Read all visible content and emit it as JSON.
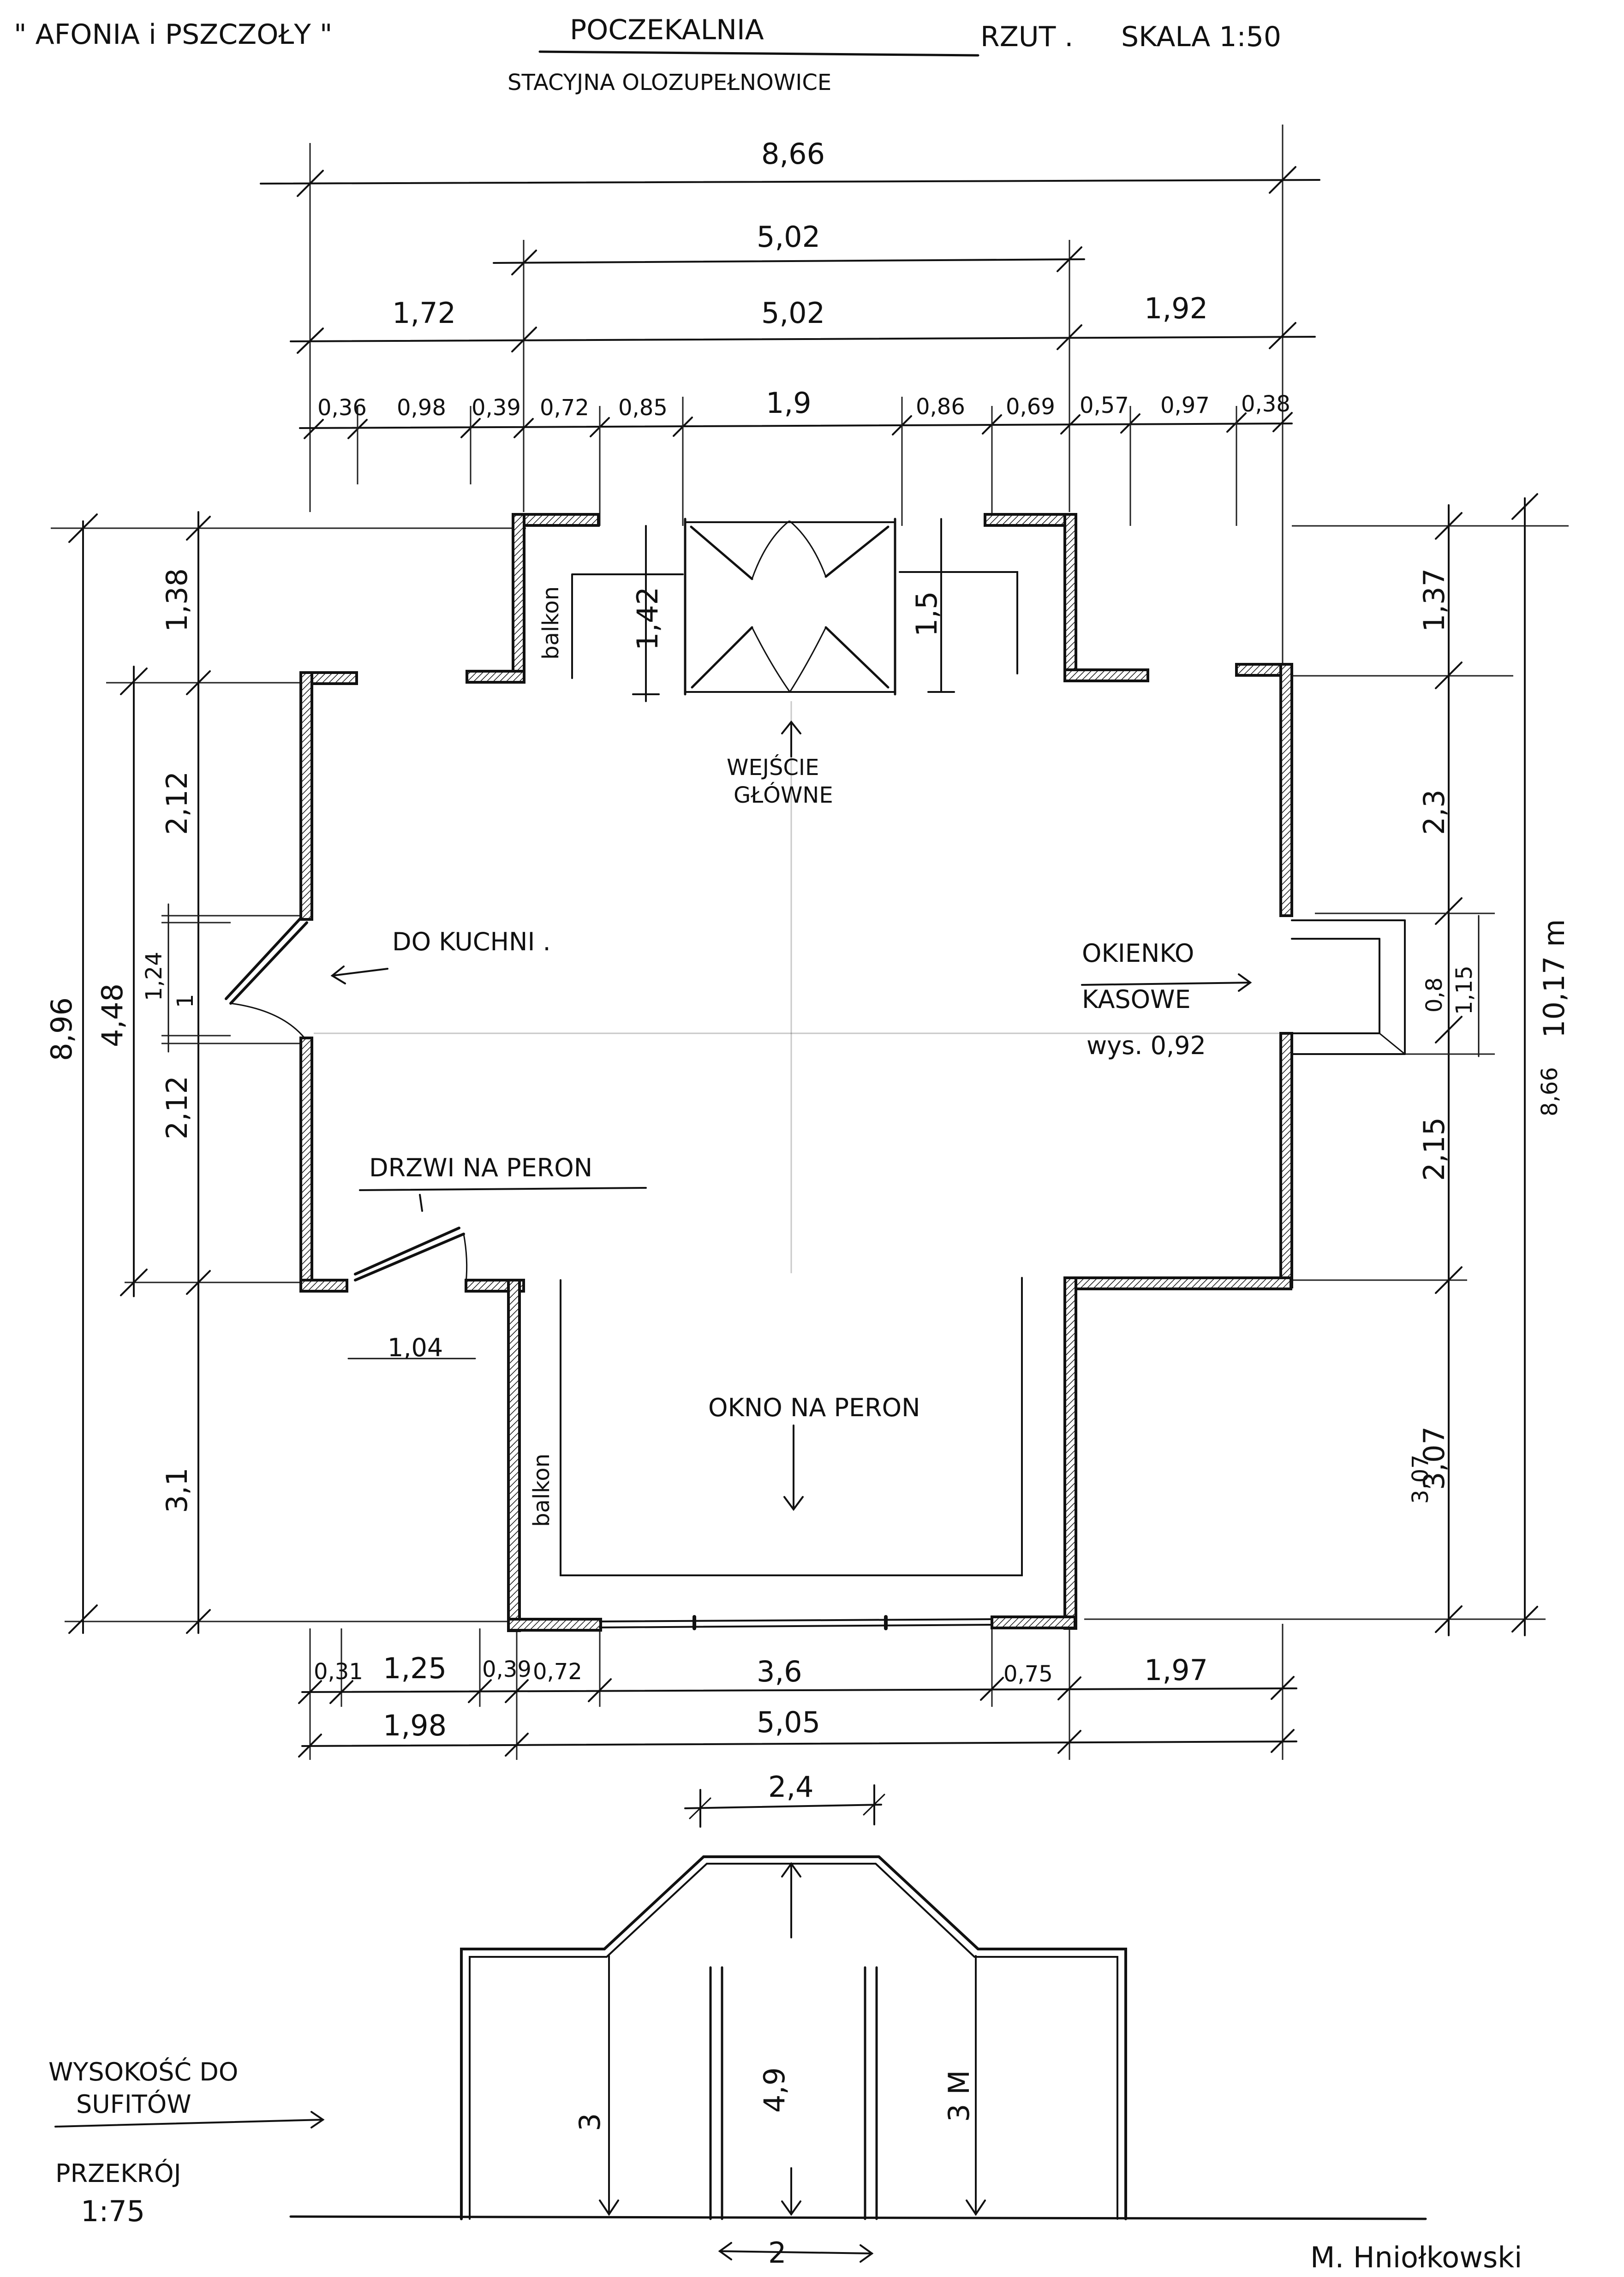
{
  "header": {
    "project": "\" AFONIA i PSZCZOŁY \"",
    "room": "POCZEKALNIA",
    "building": "STACYJNA OLOZUPEŁNOWICE",
    "view": "RZUT .",
    "scale": "SKALA 1:50"
  },
  "dims_top": {
    "overall": "8,66",
    "center_upper": "5,02",
    "left": "1,72",
    "center": "5,02",
    "right": "1,92",
    "segments": [
      "0,36",
      "0,98",
      "0,39",
      "0,72",
      "0,85",
      "1,9",
      "0,86",
      "0,69",
      "0,57",
      "0,97",
      "0,38"
    ]
  },
  "dims_left": {
    "overall": "8,96",
    "total_mid": "4,48",
    "top": "1,38",
    "upper": "2,12",
    "door_width": "1,24",
    "door_inner": "1",
    "lower": "2,12",
    "bottom": "3,1"
  },
  "dims_right": {
    "top": "1,37",
    "upper": "2,3",
    "lower": "2,15",
    "bottom": "3,07",
    "overall": "10,17 m",
    "window_h": "0,8",
    "window_outer": "1,15",
    "scribble": "8,66"
  },
  "dims_bottom": {
    "segments": [
      "0,31",
      "1,25",
      "0,39",
      "0,72",
      "3,6",
      "0,75",
      "1,97"
    ],
    "left": "1,98",
    "right": "5,05"
  },
  "entrance": {
    "depth_left": "1,42",
    "depth_right": "1,5"
  },
  "labels": {
    "balcony_upper": "balkon",
    "balcony_lower": "balkon",
    "main_entrance_1": "WEJŚCIE",
    "main_entrance_2": "GŁÓWNE",
    "kitchen": "DO KUCHNI .",
    "ticket_window_1": "OKIENKO",
    "ticket_window_2": "KASOWE",
    "ticket_window_3": "wys. 0,92",
    "platform_door": "DRZWI NA PERON",
    "door_width": "1,04",
    "platform_window": "OKNO NA PERON",
    "bottom_scribble": "3,07"
  },
  "section": {
    "top_width": "2,4",
    "center_height": "4,9",
    "side_height": "3",
    "slope_height": "3 M",
    "base_width": "2",
    "caption_1": "WYSOKOŚĆ DO",
    "caption_2": "SUFITÓW",
    "caption_3": "PRZEKRÓJ",
    "caption_4": "1:75"
  },
  "signature": "M. Hniołkowski"
}
